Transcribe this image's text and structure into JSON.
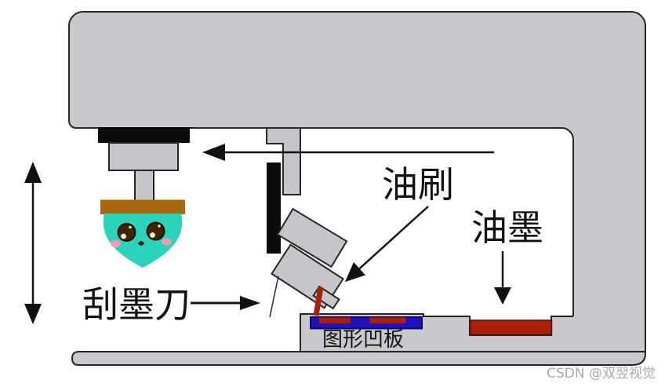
{
  "diagram": {
    "title": "pad-printing-machine-schematic",
    "labels": {
      "squeegee": "刮墨刀",
      "brush": "油刷",
      "ink": "油墨",
      "plate": "图形凹板"
    },
    "watermark": "CSDN @双翌视觉",
    "colors": {
      "machine_gray": "#c9c8cd",
      "part_gray": "#c6c5ca",
      "outline": "#262626",
      "black_part": "#0b0b0b",
      "pad_teal": "#2bd3ba",
      "cap_brown": "#a8690f",
      "ink_red": "#ab2008",
      "ink_outline": "#481000",
      "plate_blue": "#1d12bd",
      "plate_outline": "#0d0668",
      "eye_brown": "#3f2408",
      "eye_outline": "#1f1002",
      "highlight_cream": "#ffeecf",
      "blush_pink": "#f79bb1",
      "mouth_brown": "#3a2208",
      "watermark_gray": "#a8a8ae",
      "background": "#ffffff"
    }
  }
}
